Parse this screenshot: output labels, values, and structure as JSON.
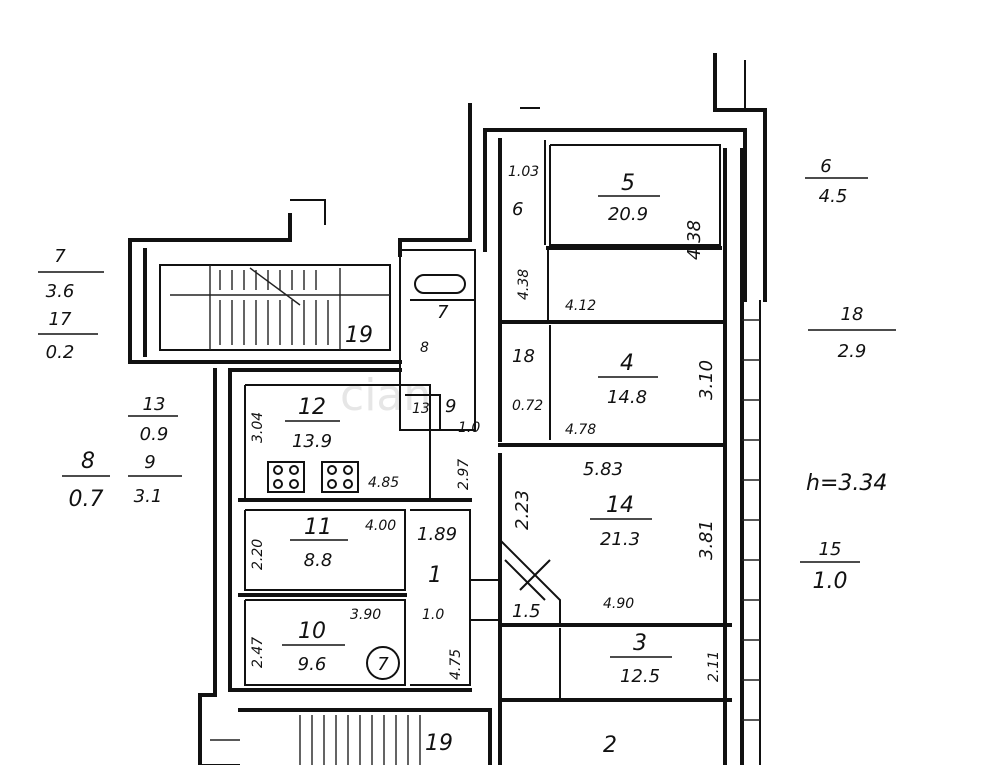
{
  "watermark": "cian",
  "height_note": "h=3.34",
  "legend": [
    {
      "id": "leg-6",
      "num": "6",
      "area": "4.5"
    },
    {
      "id": "leg-7",
      "num": "7",
      "area": "3.6"
    },
    {
      "id": "leg-17",
      "num": "17",
      "area": "0.2"
    },
    {
      "id": "leg-18",
      "num": "18",
      "area": "2.9"
    },
    {
      "id": "leg-13",
      "num": "13",
      "area": "0.9"
    },
    {
      "id": "leg-8",
      "num": "8",
      "area": "0.7"
    },
    {
      "id": "leg-9",
      "num": "9",
      "area": "3.1"
    },
    {
      "id": "leg-15",
      "num": "15",
      "area": "1.0"
    }
  ],
  "rooms": [
    {
      "id": "room-5",
      "num": "5",
      "area": "20.9"
    },
    {
      "id": "room-4",
      "num": "4",
      "area": "14.8"
    },
    {
      "id": "room-14",
      "num": "14",
      "area": "21.3"
    },
    {
      "id": "room-3",
      "num": "3",
      "area": "12.5"
    },
    {
      "id": "room-12",
      "num": "12",
      "area": "13.9"
    },
    {
      "id": "room-11",
      "num": "11",
      "area": "8.8"
    },
    {
      "id": "room-10",
      "num": "10",
      "area": "9.6"
    }
  ],
  "room_numbers": {
    "r7": "7",
    "r13": "13",
    "r9": "9",
    "r18": "18",
    "r6": "6",
    "r1": "1",
    "r8": "8",
    "r2": "2",
    "r19a": "19",
    "r19b": "19"
  },
  "dimensions": {
    "d1": "1.03",
    "d2": "4.38",
    "d3": "4.38",
    "d4": "4.12",
    "d5": "3.10",
    "d6": "4.78",
    "d7": "0.72",
    "d8": "5.83",
    "d9": "2.23",
    "d10": "3.81",
    "d11": "4.90",
    "d12": "1.5",
    "d13": "2.11",
    "d14": "3.04",
    "d15": "4.85",
    "d16": "2.97",
    "d17": "2.20",
    "d18": "4.00",
    "d19": "1.89",
    "d20": "3.90",
    "d21": "1.0",
    "d22": "2.47",
    "d23": "4.75",
    "d24": "1.0"
  },
  "circle_mark": "7"
}
